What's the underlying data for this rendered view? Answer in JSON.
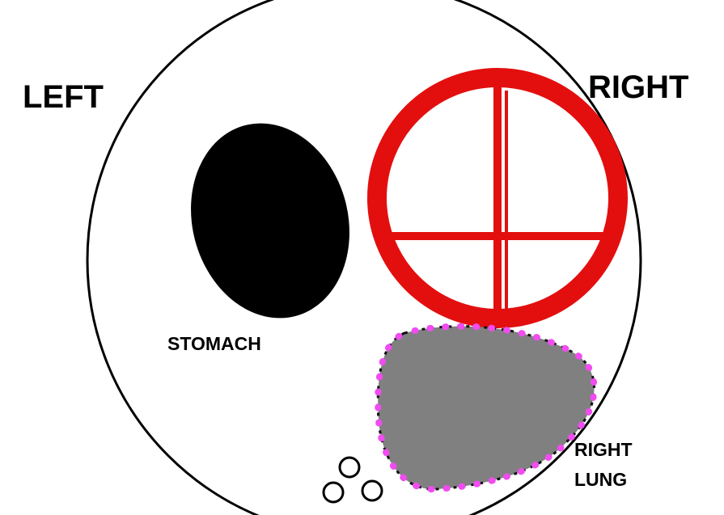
{
  "labels": {
    "left": "LEFT",
    "right": "RIGHT",
    "stomach": "STOMACH",
    "lung_line1": "RIGHT",
    "lung_line2": "LUNG"
  },
  "colors": {
    "background": "#ffffff",
    "outline": "#000000",
    "stomach": "#000000",
    "heart": "#e30f0f",
    "lung_fill": "#808080",
    "lung_dots_pink": "#f04cf0",
    "lung_dots_black": "#111111",
    "text": "#000000"
  },
  "icons": {
    "stomach": "stomach-oval-icon",
    "heart": "heart-crosshair-icon",
    "lung": "lung-blob-icon",
    "small_circles": "circle-cluster-icon"
  }
}
